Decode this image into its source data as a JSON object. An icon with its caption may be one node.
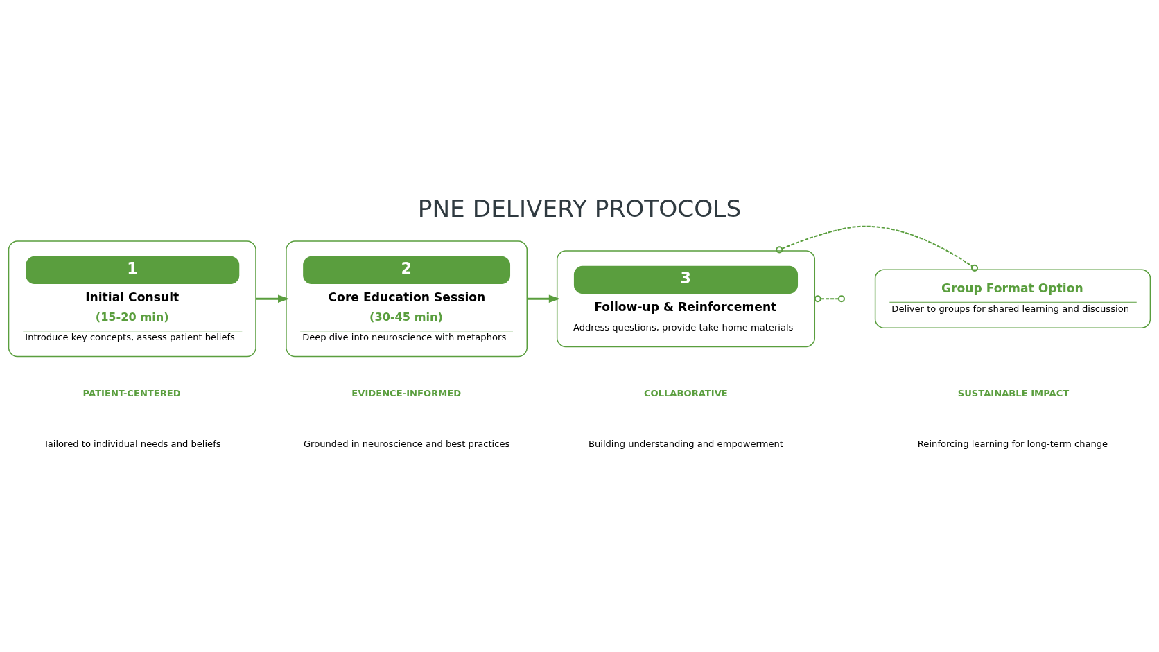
{
  "diagram": {
    "title": "PNE DELIVERY PROTOCOLS",
    "nodes": [
      {
        "text": [
          "1",
          "Initial Consult",
          "(15-20 min)",
          "Introduce key concepts, assess patient beliefs"
        ]
      },
      {
        "text": [
          "2",
          "Core Education Session",
          "(30-45 min)",
          "Deep dive into neuroscience with metaphors"
        ]
      },
      {
        "text": [
          "3",
          "Follow-up & Reinforcement",
          "Address questions, provide take-home materials"
        ]
      },
      {
        "text": [
          "Group Format Option",
          "Deliver to groups for shared learning and discussion"
        ]
      }
    ],
    "edges": [
      {
        "from": 0,
        "to": 1,
        "arrow": "to"
      },
      {
        "from": 1,
        "to": 2,
        "arrow": "to"
      },
      {
        "from": 2,
        "to": 3,
        "arrow": "other",
        "style": "dashed"
      },
      {
        "from": 2,
        "to": null,
        "arrow": "other",
        "style": "dashed"
      }
    ],
    "labels": [
      "PATIENT-CENTERED",
      "Tailored to individual needs and beliefs",
      "EVIDENCE-INFORMED",
      "Grounded in neuroscience and best practices",
      "COLLABORATIVE",
      "Building understanding and empowerment",
      "SUSTAINABLE IMPACT",
      "Reinforcing learning for long-term change"
    ]
  }
}
